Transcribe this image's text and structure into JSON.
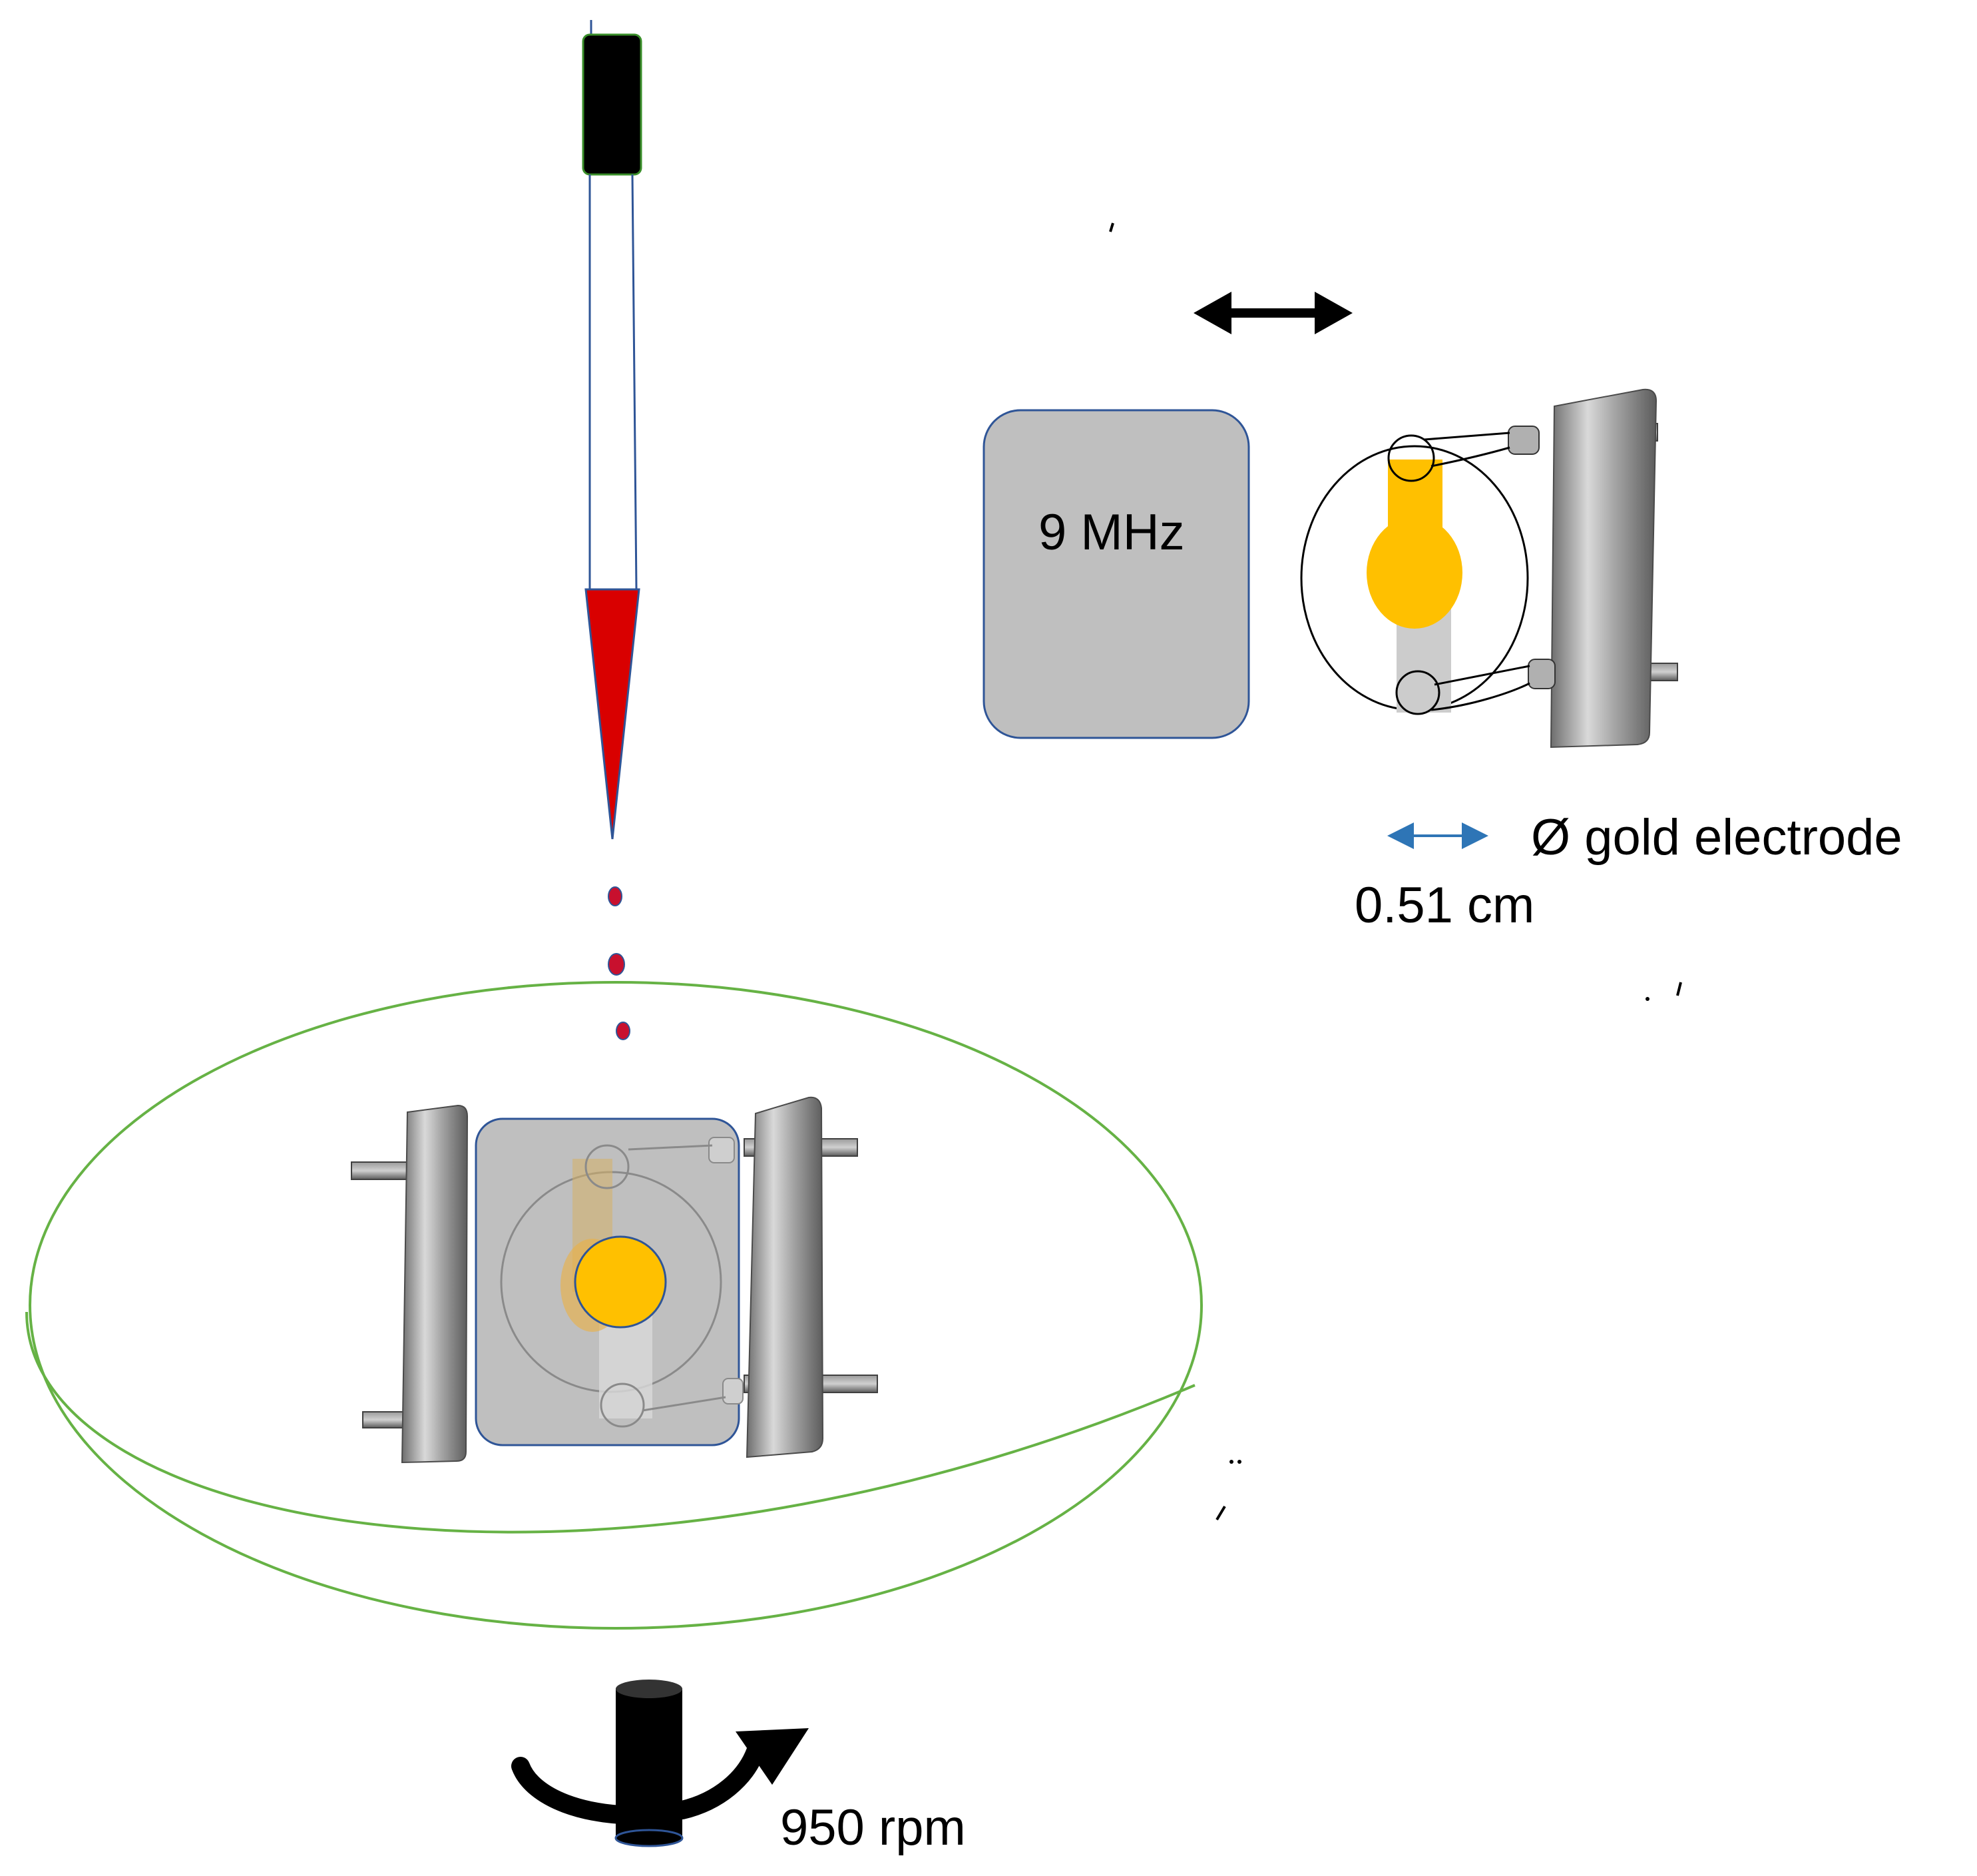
{
  "labels": {
    "frequency": "9 MHz",
    "electrode_symbol_text": "Ø gold electrode",
    "electrode_diameter": "0.51 cm",
    "spin_speed": "950 rpm"
  },
  "colors": {
    "pipette_tip": "#d90000",
    "droplet": "#c8102e",
    "spin_plate": "#66b245",
    "gold": "#ffc000",
    "crystal_box": "#bfbfbf",
    "crystal_border": "#2f5597",
    "dimension_arrow": "#2e75b6",
    "holder_metal": "#8c8c8c"
  },
  "icons": {
    "pipette": "pipette-icon",
    "rotation": "rotation-arrow-icon",
    "double_arrow": "double-arrow-icon"
  }
}
